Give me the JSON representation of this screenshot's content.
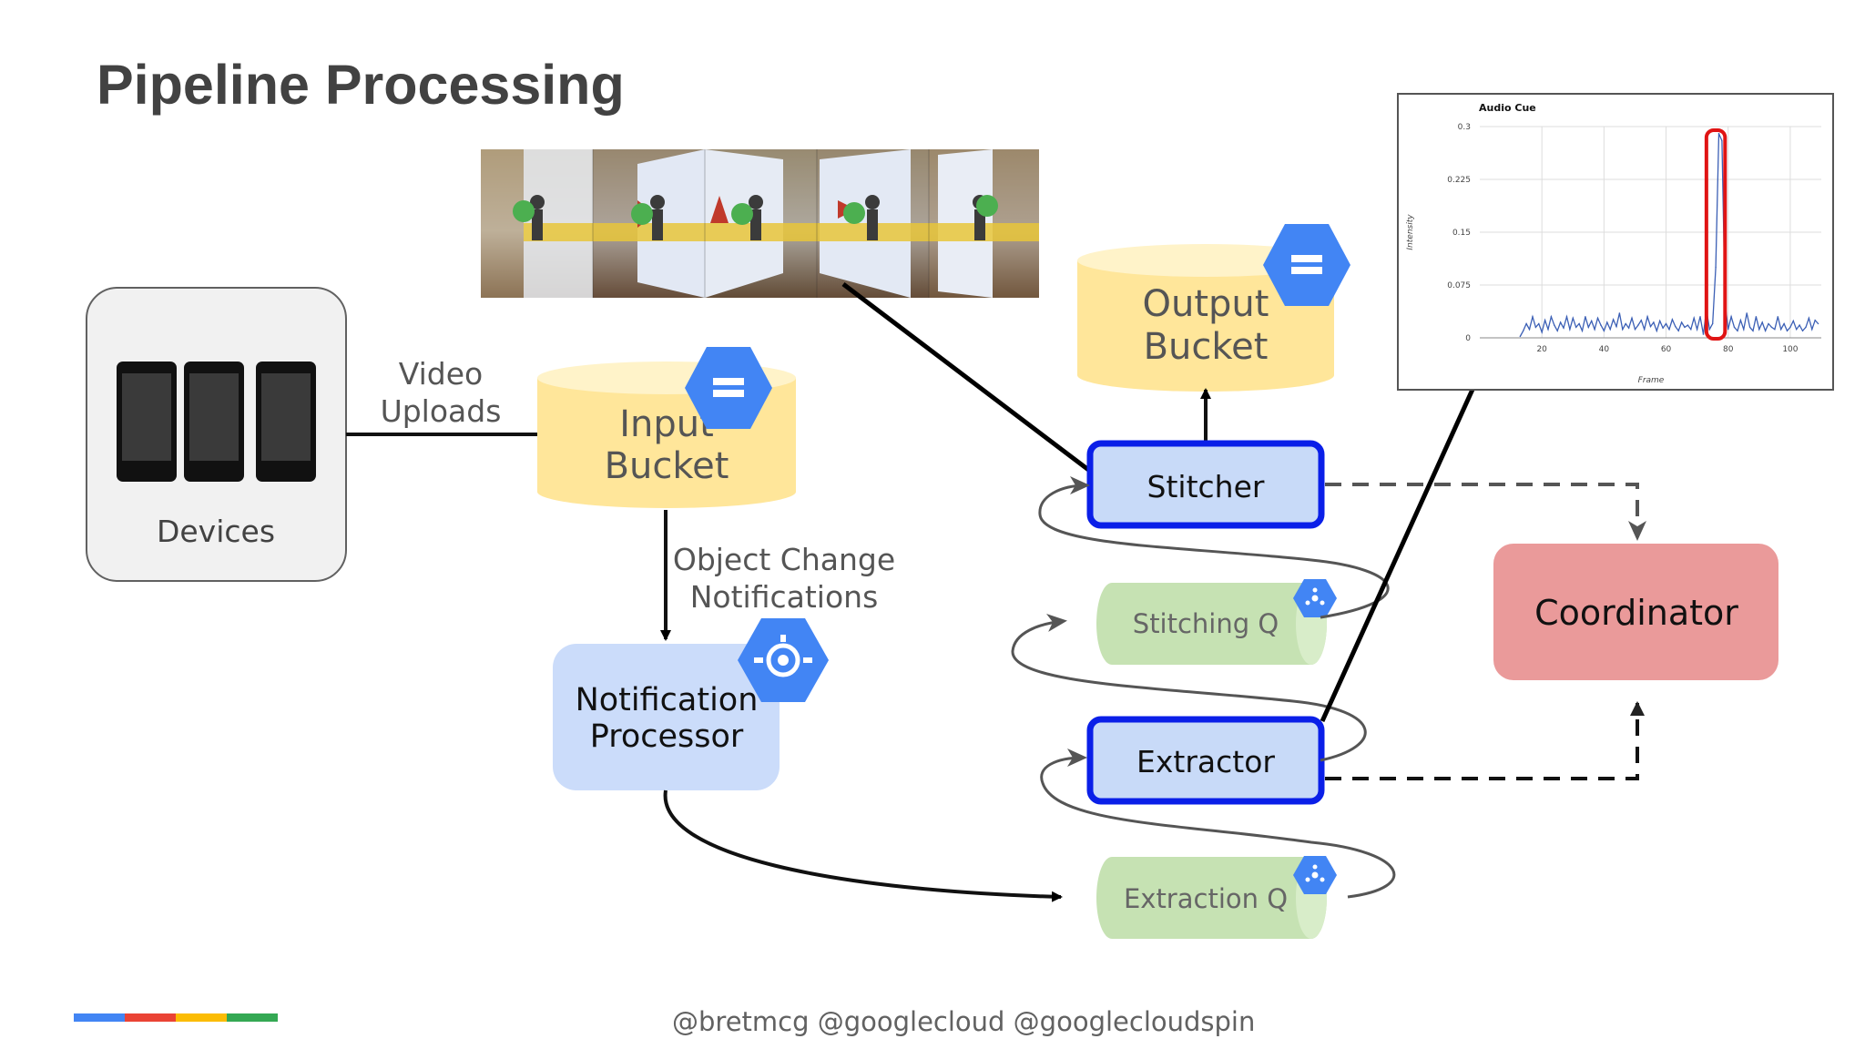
{
  "slide": {
    "title": "Pipeline Processing",
    "footer": "@bretmcg  @googlecloud @googlecloudspin",
    "brand_colors": [
      "#4285F4",
      "#EA4335",
      "#FBBC04",
      "#34A853"
    ]
  },
  "nodes": {
    "devices": "Devices",
    "video_uploads": [
      "Video",
      "Uploads"
    ],
    "input_bucket": [
      "Input",
      "Bucket"
    ],
    "object_change": [
      "Object Change",
      "Notifications"
    ],
    "notification_processor": [
      "Notification",
      "Processor"
    ],
    "output_bucket": [
      "Output",
      "Bucket"
    ],
    "stitcher": "Stitcher",
    "stitching_q": "Stitching Q",
    "extractor": "Extractor",
    "extraction_q": "Extraction Q",
    "coordinator": "Coordinator"
  },
  "icons": {
    "bucket": "cloud-storage-icon",
    "processor": "app-engine-icon",
    "queue": "pubsub-icon",
    "phone": "smartphone-icon"
  },
  "colors": {
    "bucket_fill": "#FFE69A",
    "processor_fill": "#CBDCFA",
    "worker_fill": "#C8DAF8",
    "worker_border": "#0A1FE8",
    "queue_fill": "#C6E2B3",
    "coordinator_fill": "#EA9A9A",
    "gcp_blue": "#4285F4"
  },
  "chart_data": {
    "type": "line",
    "title": "Audio Cue",
    "xlabel": "Frame",
    "ylabel": "Intensity",
    "xticks": [
      "20",
      "40",
      "60",
      "80",
      "100"
    ],
    "yticks": [
      "0",
      "0.075",
      "0.15",
      "0.225",
      "0.3"
    ],
    "xlim": [
      0,
      110
    ],
    "ylim": [
      0,
      0.3
    ],
    "highlight_range": [
      73,
      79
    ],
    "series": [
      {
        "x": [
          13,
          14,
          15,
          16,
          17,
          18,
          19,
          20,
          21,
          22,
          23,
          24,
          25,
          26,
          27,
          28,
          29,
          30,
          31,
          32,
          33,
          34,
          35,
          36,
          37,
          38,
          39,
          40,
          41,
          42,
          43,
          44,
          45,
          46,
          47,
          48,
          49,
          50,
          51,
          52,
          53,
          54,
          55,
          56,
          57,
          58,
          59,
          60,
          61,
          62,
          63,
          64,
          65,
          66,
          67,
          68,
          69,
          70,
          71,
          72,
          73,
          74,
          75,
          76,
          77,
          78,
          79,
          80,
          81,
          82,
          83,
          84,
          85,
          86,
          87,
          88,
          89,
          90,
          91,
          92,
          93,
          94,
          95,
          96,
          97,
          98,
          99,
          100,
          101,
          102,
          103,
          104,
          105,
          106,
          107,
          108,
          109
        ],
        "y": [
          0.002,
          0.01,
          0.02,
          0.012,
          0.03,
          0.015,
          0.02,
          0.008,
          0.025,
          0.012,
          0.03,
          0.018,
          0.01,
          0.022,
          0.014,
          0.03,
          0.012,
          0.028,
          0.015,
          0.02,
          0.01,
          0.03,
          0.015,
          0.024,
          0.012,
          0.028,
          0.018,
          0.01,
          0.022,
          0.012,
          0.026,
          0.016,
          0.035,
          0.012,
          0.02,
          0.014,
          0.028,
          0.012,
          0.018,
          0.025,
          0.012,
          0.03,
          0.016,
          0.022,
          0.01,
          0.024,
          0.014,
          0.02,
          0.012,
          0.026,
          0.016,
          0.01,
          0.022,
          0.015,
          0.018,
          0.012,
          0.028,
          0.012,
          0.03,
          0.005,
          0.04,
          0.012,
          0.02,
          0.1,
          0.29,
          0.28,
          0.05,
          0.012,
          0.03,
          0.015,
          0.01,
          0.025,
          0.012,
          0.035,
          0.015,
          0.01,
          0.03,
          0.012,
          0.022,
          0.01,
          0.02,
          0.015,
          0.012,
          0.03,
          0.012,
          0.02,
          0.01,
          0.015,
          0.024,
          0.012,
          0.018,
          0.01,
          0.015,
          0.028,
          0.012,
          0.025,
          0.02
        ]
      }
    ]
  }
}
